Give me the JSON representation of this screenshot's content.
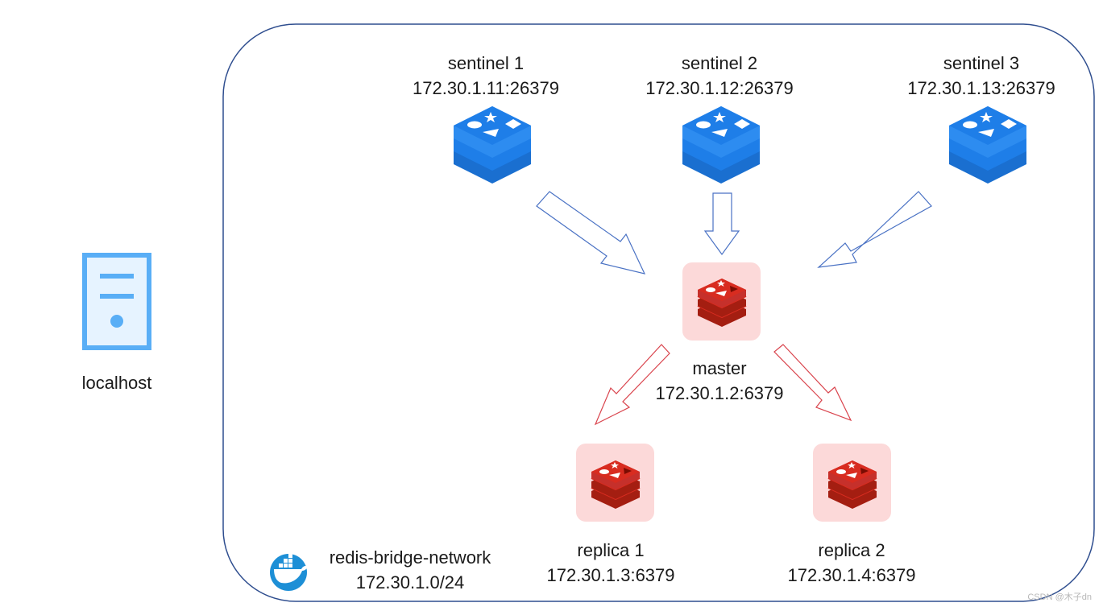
{
  "localhost": {
    "label": "localhost"
  },
  "network": {
    "name": "redis-bridge-network",
    "subnet": "172.30.1.0/24",
    "icon": "docker-icon"
  },
  "sentinels": [
    {
      "name": "sentinel 1",
      "address": "172.30.1.11:26379",
      "icon": "redis-sentinel-icon"
    },
    {
      "name": "sentinel 2",
      "address": "172.30.1.12:26379",
      "icon": "redis-sentinel-icon"
    },
    {
      "name": "sentinel 3",
      "address": "172.30.1.13:26379",
      "icon": "redis-sentinel-icon"
    }
  ],
  "master": {
    "name": "master",
    "address": "172.30.1.2:6379",
    "icon": "redis-icon"
  },
  "replicas": [
    {
      "name": "replica 1",
      "address": "172.30.1.3:6379",
      "icon": "redis-icon"
    },
    {
      "name": "replica 2",
      "address": "172.30.1.4:6379",
      "icon": "redis-icon"
    }
  ],
  "colors": {
    "network_border": "#2f4e8f",
    "sentinel_blue": "#1e7ee8",
    "sentinel_arrow": "#4a72c4",
    "replica_arrow": "#d9434c",
    "redis_red": "#c6302b",
    "redis_tile": "#fcd9d9",
    "server_blue": "#59aef6",
    "docker_blue": "#1d8fd6"
  },
  "watermark": "CSDN @木子dn"
}
